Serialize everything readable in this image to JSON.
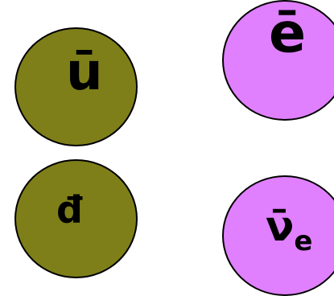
{
  "particles": [
    {
      "label": "ū",
      "color": "#7f7f1a"
    },
    {
      "label": "ē",
      "color": "#e080ff"
    },
    {
      "label": "đ",
      "color": "#7f7f1a"
    },
    {
      "label": "ν̄",
      "subscript": "e",
      "color": "#e080ff"
    }
  ]
}
